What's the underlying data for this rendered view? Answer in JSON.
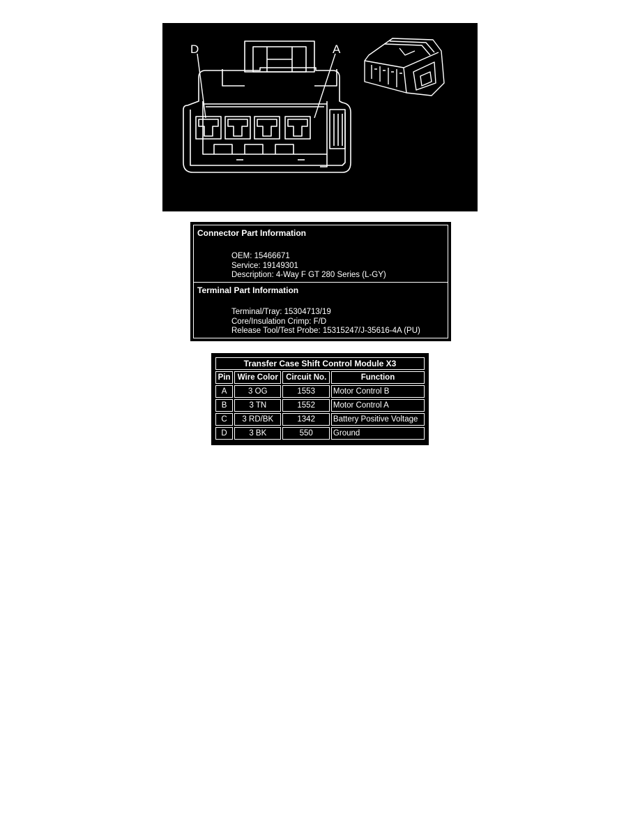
{
  "figure": {
    "pin_labels": {
      "left": "D",
      "right": "A"
    }
  },
  "info": {
    "connector": {
      "heading": "Connector Part Information",
      "lines": [
        "OEM: 15466671",
        "Service: 19149301",
        "Description: 4-Way F GT 280 Series (L-GY)"
      ]
    },
    "terminal": {
      "heading": "Terminal Part Information",
      "lines": [
        "Terminal/Tray: 15304713/19",
        "Core/Insulation Crimp: F/D",
        "Release Tool/Test Probe: 15315247/J-35616-4A (PU)"
      ]
    }
  },
  "pin_table": {
    "title": "Transfer Case Shift Control Module X3",
    "headers": [
      "Pin",
      "Wire Color",
      "Circuit No.",
      "Function"
    ],
    "rows": [
      [
        "A",
        "3 OG",
        "1553",
        "Motor Control B"
      ],
      [
        "B",
        "3 TN",
        "1552",
        "Motor Control A"
      ],
      [
        "C",
        "3 RD/BK",
        "1342",
        "Battery Positive Voltage"
      ],
      [
        "D",
        "3 BK",
        "550",
        "Ground"
      ]
    ]
  }
}
